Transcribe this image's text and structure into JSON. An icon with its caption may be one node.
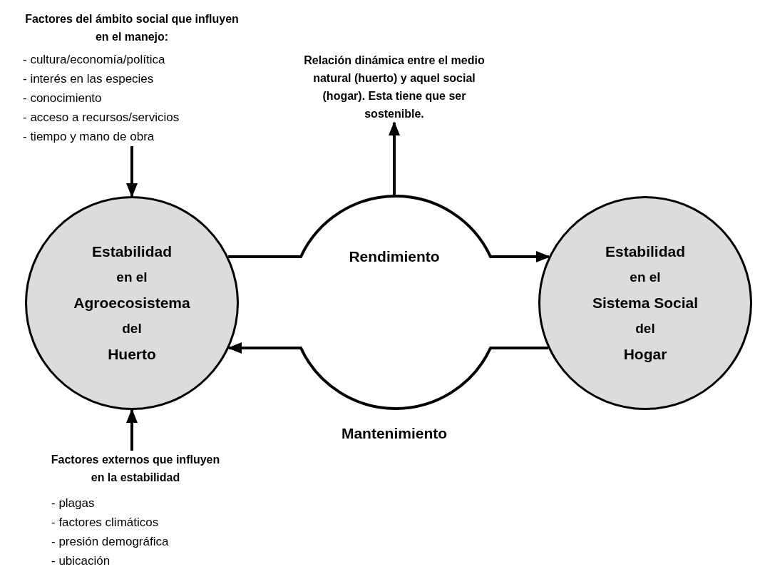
{
  "diagram": {
    "nodes": [
      {
        "text": [
          "Estabilidad",
          "en el",
          "Agroecosistema",
          "del",
          "Huerto"
        ]
      },
      {
        "text": [
          "Estabilidad",
          "en el",
          "Sistema Social",
          "del",
          "Hogar"
        ]
      },
      {
        "text": [
          "Factores del ámbito social que influyen en el manejo:",
          "- cultura/economía/política",
          "- interés en las especies",
          "- conocimiento",
          "- acceso a recursos/servicios",
          "- tiempo y mano de obra"
        ]
      },
      {
        "text": [
          "Relación dinámica entre el medio natural (huerto) y aquel social (hogar). Esta tiene que ser sostenible."
        ]
      },
      {
        "text": [
          "Factores externos que influyen en la estabilidad",
          "- plagas",
          "- factores climáticos",
          "- presión demográfica",
          "- ubicación"
        ]
      }
    ],
    "edges": [
      {
        "from": 2,
        "to": 0,
        "arrow": "to"
      },
      {
        "from": 4,
        "to": 0,
        "arrow": "to"
      },
      {
        "from": 0,
        "to": 1,
        "arrow": "to",
        "label": "Rendimiento"
      },
      {
        "from": 1,
        "to": 0,
        "arrow": "to",
        "label": "Mantenimiento"
      },
      {
        "from": null,
        "to": 3,
        "arrow": "to"
      }
    ]
  }
}
